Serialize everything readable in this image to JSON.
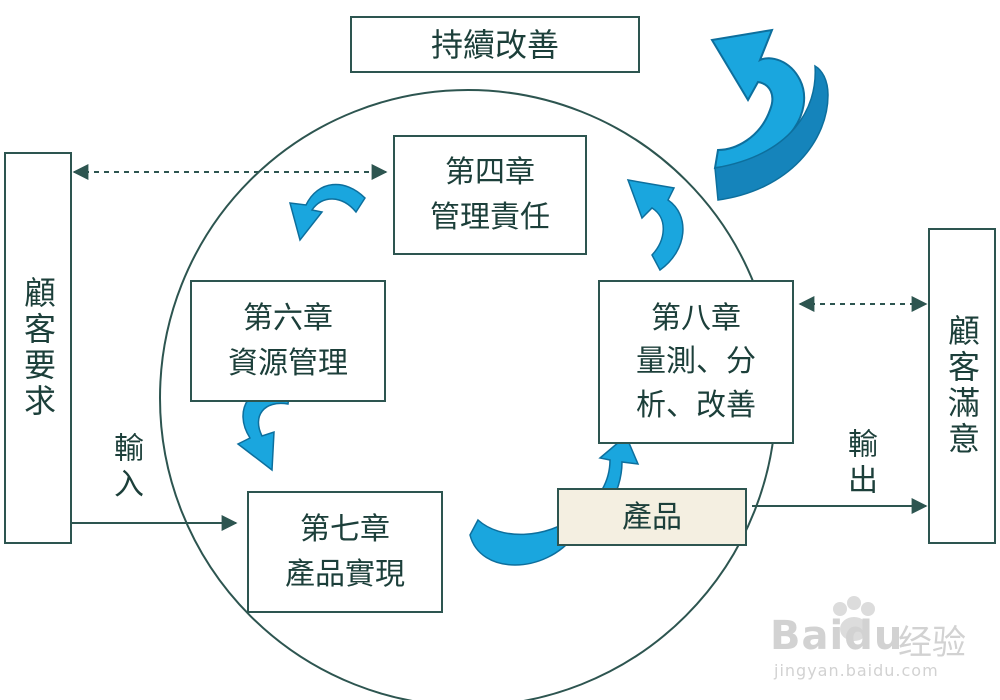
{
  "diagram": {
    "top_banner": "持續改善",
    "chapters": {
      "ch4": {
        "title": "第四章",
        "lines": [
          "管理責任"
        ]
      },
      "ch6": {
        "title": "第六章",
        "lines": [
          "資源管理"
        ]
      },
      "ch7": {
        "title": "第七章",
        "lines": [
          "產品實現"
        ]
      },
      "ch8": {
        "title": "第八章",
        "lines": [
          "量測、分",
          "析、改善"
        ]
      }
    },
    "product": "產品",
    "left_side": "顧客要求",
    "right_side": "顧客滿意",
    "input_label": "輸入",
    "output_label": "輸出"
  },
  "watermark": {
    "brand": "Baidu",
    "brand_cn": "经验",
    "url": "jingyan.baidu.com"
  },
  "colors": {
    "border": "#2d5550",
    "text": "#1c3f3a",
    "arrow_fill": "#1aa6de",
    "arrow_edge": "#0d6f9d",
    "product_bg": "#f4efe1"
  }
}
